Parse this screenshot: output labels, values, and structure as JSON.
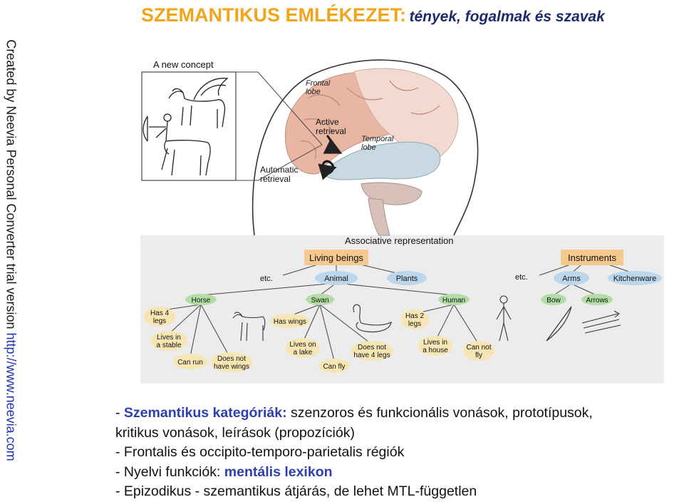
{
  "watermark": {
    "text": "Created by Neevia Personal Converter trial version ",
    "link": "http://www.neevia.com"
  },
  "title": {
    "main": "SZEMANTIKUS EMLÉKEZET:",
    "sub": "tények, fogalmak és szavak"
  },
  "figure": {
    "new_concept": "A new concept",
    "frontal_lobe": [
      "Frontal",
      "lobe"
    ],
    "temporal_lobe": [
      "Temporal",
      "lobe"
    ],
    "active_retrieval": [
      "Active",
      "retrieval"
    ],
    "automatic_retrieval": [
      "Automatic",
      "retrieval"
    ],
    "associative": "Associative representation",
    "living_beings": "Living beings",
    "instruments": "Instruments",
    "etc": "etc.",
    "animal": "Animal",
    "plants": "Plants",
    "arms": "Arms",
    "kitchenware": "Kitchenware",
    "horse": "Horse",
    "swan": "Swan",
    "human": "Human",
    "bow": "Bow",
    "arrows": "Arrows",
    "has4legs": [
      "Has 4",
      "legs"
    ],
    "lives_stable": [
      "Lives in",
      "a stable"
    ],
    "can_run": "Can run",
    "does_not_wings": [
      "Does not",
      "have wings"
    ],
    "has_wings": "Has wings",
    "lives_lake": [
      "Lives on",
      "a lake"
    ],
    "can_fly": "Can fly",
    "does_not_4legs": [
      "Does not",
      "have 4 legs"
    ],
    "has2legs": [
      "Has 2",
      "legs"
    ],
    "lives_house": [
      "Lives in",
      "a house"
    ],
    "can_not_fly": [
      "Can not",
      "fly"
    ]
  },
  "bullets": {
    "b1_prefix": "- ",
    "b1_highlight": "Szemantikus kategóriák:",
    "b1_rest": " szenzoros és funkcionális vonások, prototípusok,",
    "b1_cont": "kritikus vonások, leírások (propozíciók)",
    "b2": "- Frontalis és occipito-temporo-parietalis régiók",
    "b3_prefix": "- Nyelvi funkciók: ",
    "b3_highlight": "mentális lexikon",
    "b4": "- Epizodikus - szemantikus átjárás, de lehet MTL-független"
  },
  "colors": {
    "title_orange": "#f2a51a",
    "title_navy": "#1e2a6e",
    "highlight_blue": "#2c3fae",
    "frontal_pink": "#eab6a4",
    "temporal_blue": "#c9d9e2",
    "category_tan": "#f5c98e",
    "node_green": "#b4dca7",
    "node_blue": "#bcd7ec",
    "leaf_tan": "#f6e6b4"
  }
}
